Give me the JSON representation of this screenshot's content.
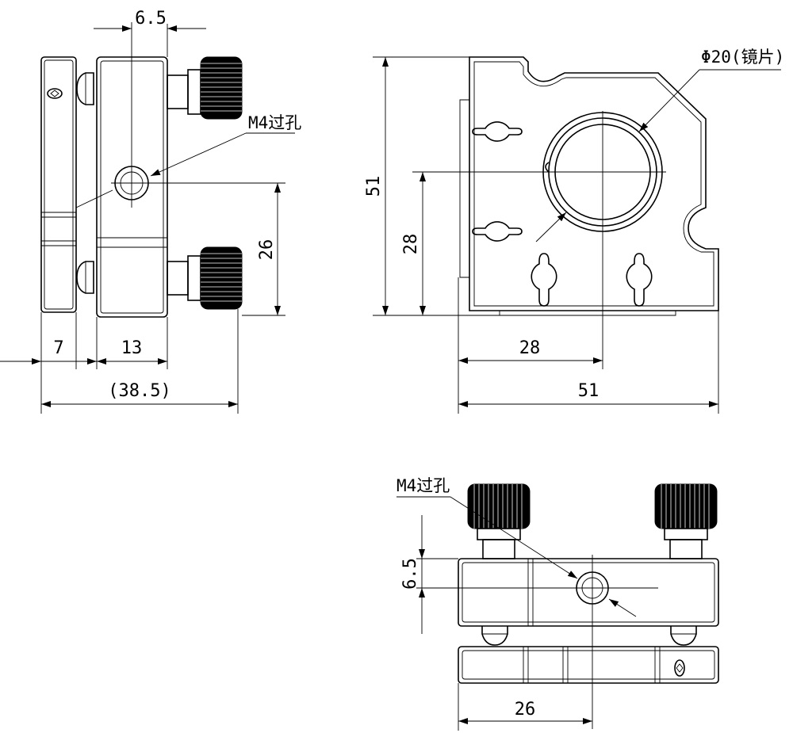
{
  "drawing": {
    "side_view": {
      "dims": {
        "top_offset": "6.5",
        "left_plate": "7",
        "body_width": "13",
        "overall_depth": "(38.5)",
        "hole_height": "26"
      },
      "callout": "M4过孔"
    },
    "front_view": {
      "dims": {
        "height": "51",
        "center_height": "28",
        "center_x": "28",
        "width": "51"
      },
      "callout": "Φ20(镜片)"
    },
    "bottom_view": {
      "dims": {
        "offset": "6.5",
        "center_x": "26"
      },
      "callout": "M4过孔"
    }
  }
}
